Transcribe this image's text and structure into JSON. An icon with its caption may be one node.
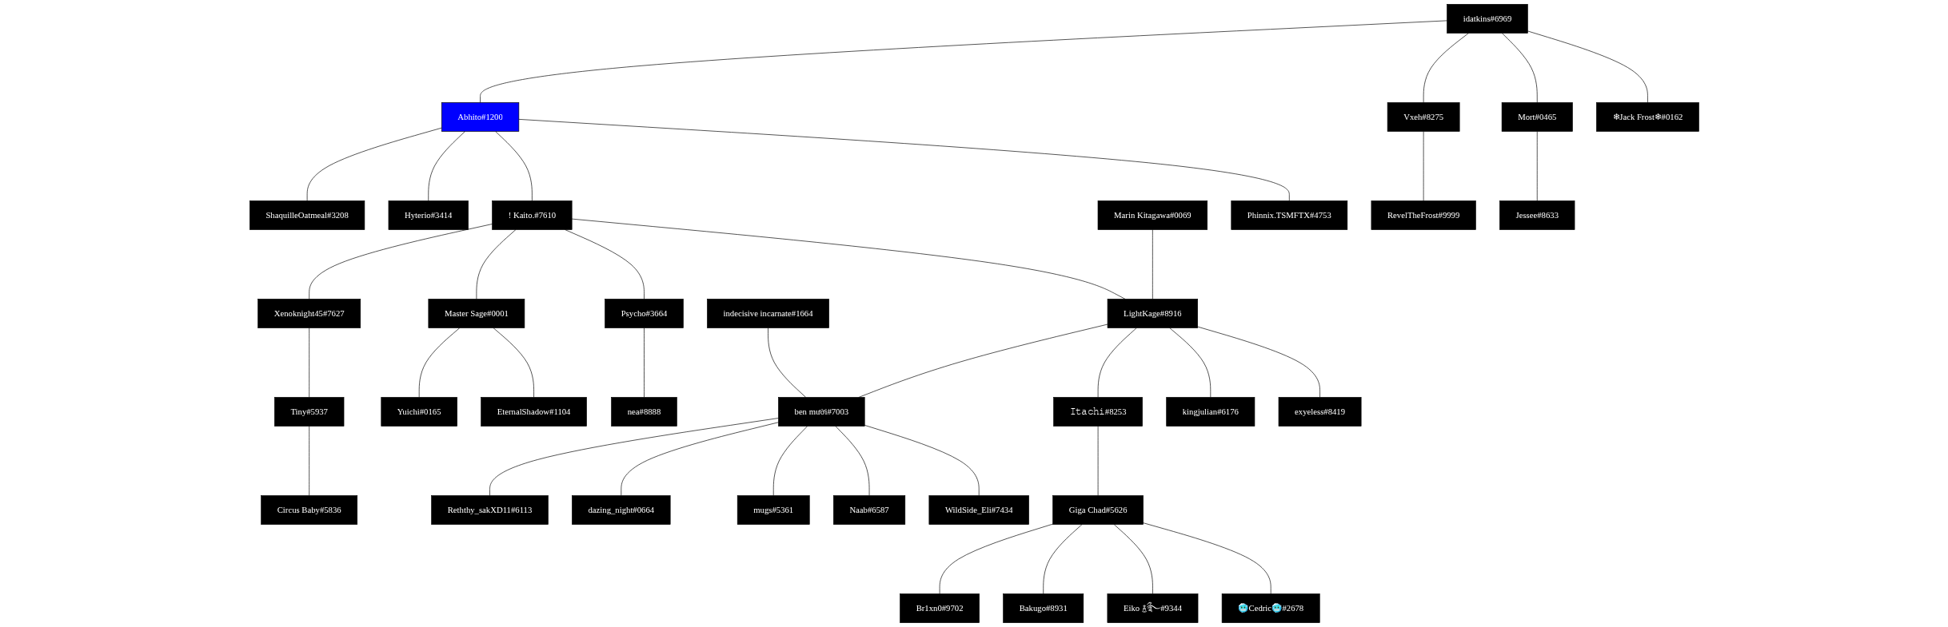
{
  "diagram": {
    "nodes": [
      {
        "text": [
          "idatkins#6969"
        ]
      },
      {
        "text": [
          "Abhito#1200"
        ]
      },
      {
        "text": [
          "Vxeh#8275"
        ]
      },
      {
        "text": [
          "Mort#0465"
        ]
      },
      {
        "text": [
          "ShaquilleOatmeal#3208"
        ]
      },
      {
        "text": [
          "❄Jack Frost❄#0162"
        ]
      },
      {
        "text": [
          "RevelTheFrost#9999"
        ]
      },
      {
        "text": [
          "Jessee#8633"
        ]
      },
      {
        "text": [
          "Hyterio#3414"
        ]
      },
      {
        "text": [
          "! Kaito.#7610"
        ]
      },
      {
        "text": [
          "Phinnix.TSMFTX#4753"
        ]
      },
      {
        "text": [
          "Xenoknight45#7627"
        ]
      },
      {
        "text": [
          "Tiny#5937"
        ]
      },
      {
        "text": [
          "Master Sage#0001"
        ]
      },
      {
        "text": [
          "Psycho#3664"
        ]
      },
      {
        "text": [
          "Marin Kitagawa#0069"
        ]
      },
      {
        "text": [
          "LightKage#8916"
        ]
      },
      {
        "text": [
          "Circus Baby#5836"
        ]
      },
      {
        "text": [
          "Yuichi#0165"
        ]
      },
      {
        "text": [
          "EternalShadow#1104"
        ]
      },
      {
        "text": [
          "nea#8888"
        ]
      },
      {
        "text": [
          "indecisive incarnate#1664"
        ]
      },
      {
        "text": [
          "ben mười#7003"
        ]
      },
      {
        "text": [
          "𝙸𝚝𝚊𝚌𝚑𝚒#8253"
        ]
      },
      {
        "text": [
          "kingjulian#6176"
        ]
      },
      {
        "text": [
          "Giga Chad#5626"
        ]
      },
      {
        "text": [
          "exyeless#8419"
        ]
      },
      {
        "text": [
          "Reththy_sakXD11#6113"
        ]
      },
      {
        "text": [
          "dazing_night#0664"
        ]
      },
      {
        "text": [
          "mugs#5361"
        ]
      },
      {
        "text": [
          "Naab#6587"
        ]
      },
      {
        "text": [
          "WildSide_Eli#7434"
        ]
      },
      {
        "text": [
          "Br1xn0#9702"
        ]
      },
      {
        "text": [
          "Bakugo#8931"
        ]
      },
      {
        "text": [
          "Eiko ࿄ྀ࿐#9344"
        ]
      },
      {
        "text": [
          "🥶Cedric🥶#2678"
        ]
      }
    ],
    "edges": [
      {
        "from": 0,
        "to": 1,
        "arrow": "none"
      },
      {
        "from": 0,
        "to": 2,
        "arrow": "none"
      },
      {
        "from": 0,
        "to": 3,
        "arrow": "none"
      },
      {
        "from": 0,
        "to": 5,
        "arrow": "none"
      },
      {
        "from": 1,
        "to": 4,
        "arrow": "none"
      },
      {
        "from": 2,
        "to": 6,
        "arrow": "none"
      },
      {
        "from": 3,
        "to": 7,
        "arrow": "none"
      },
      {
        "from": 1,
        "to": 8,
        "arrow": "none"
      },
      {
        "from": 1,
        "to": 9,
        "arrow": "none"
      },
      {
        "from": 1,
        "to": 10,
        "arrow": "none"
      },
      {
        "from": 9,
        "to": 11,
        "arrow": "none"
      },
      {
        "from": 9,
        "to": 13,
        "arrow": "none"
      },
      {
        "from": 9,
        "to": 14,
        "arrow": "none"
      },
      {
        "from": 9,
        "to": 16,
        "arrow": "none"
      },
      {
        "from": 11,
        "to": 12,
        "arrow": "none"
      },
      {
        "from": 15,
        "to": 16,
        "arrow": "none"
      },
      {
        "from": 12,
        "to": 17,
        "arrow": "none"
      },
      {
        "from": 13,
        "to": 18,
        "arrow": "none"
      },
      {
        "from": 13,
        "to": 19,
        "arrow": "none"
      },
      {
        "from": 14,
        "to": 20,
        "arrow": "none"
      },
      {
        "from": 21,
        "to": 22,
        "arrow": "none"
      },
      {
        "from": 16,
        "to": 22,
        "arrow": "none"
      },
      {
        "from": 16,
        "to": 23,
        "arrow": "none"
      },
      {
        "from": 16,
        "to": 24,
        "arrow": "none"
      },
      {
        "from": 16,
        "to": 26,
        "arrow": "none"
      },
      {
        "from": 23,
        "to": 25,
        "arrow": "none"
      },
      {
        "from": 22,
        "to": 27,
        "arrow": "none"
      },
      {
        "from": 22,
        "to": 28,
        "arrow": "none"
      },
      {
        "from": 22,
        "to": 29,
        "arrow": "none"
      },
      {
        "from": 22,
        "to": 30,
        "arrow": "none"
      },
      {
        "from": 22,
        "to": 31,
        "arrow": "none"
      },
      {
        "from": 25,
        "to": 32,
        "arrow": "none"
      },
      {
        "from": 25,
        "to": 33,
        "arrow": "none"
      },
      {
        "from": 25,
        "to": 34,
        "arrow": "none"
      },
      {
        "from": 25,
        "to": 35,
        "arrow": "none"
      }
    ]
  }
}
